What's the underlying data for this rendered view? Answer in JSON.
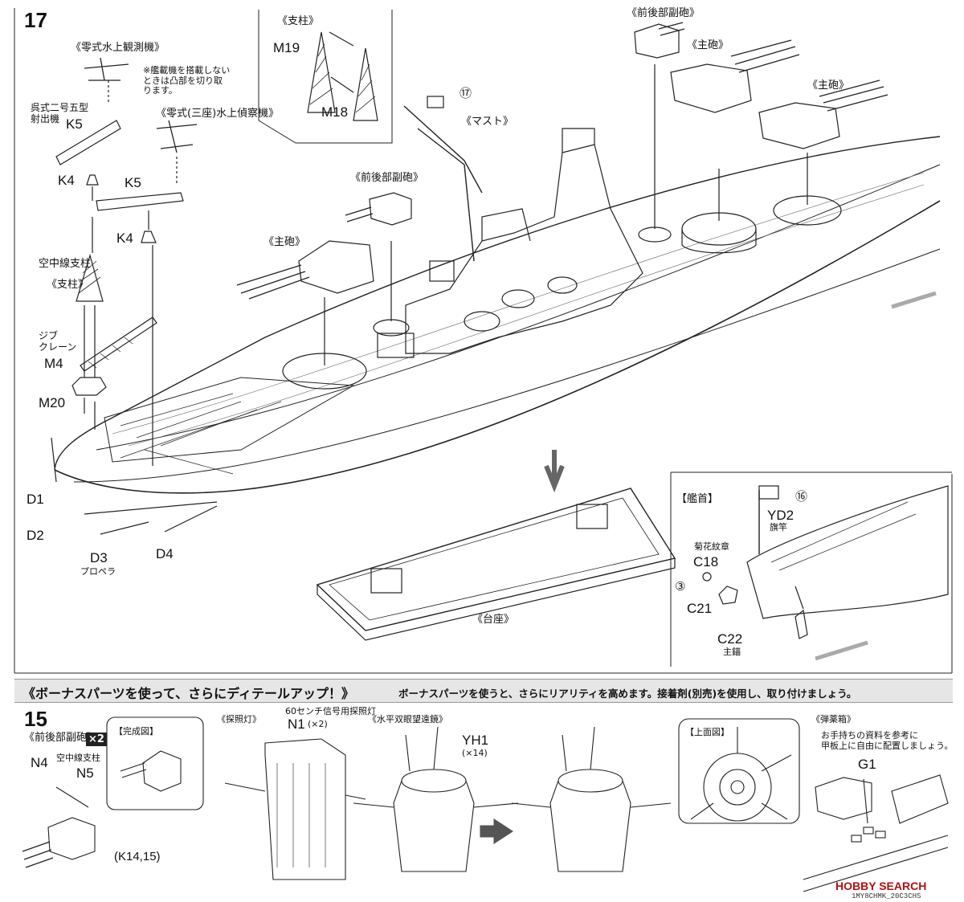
{
  "step17": {
    "number": "17",
    "labels": {
      "seaplane": "《零式水上観測機》",
      "note": "※艦載機を搭載しない\nときは凸部を切り取\nります。",
      "catapult": "呉式二号五型\n射出機",
      "recon_plane": "《零式(三座)水上偵察機》",
      "pillar_top": "《支柱》",
      "wire_pillar": "空中線支柱",
      "pillar": "《支柱》",
      "jib_crane": "ジブ\nクレーン",
      "propeller": "プロペラ",
      "sub_gun_a": "《前後部副砲》",
      "sub_gun_b": "《前後部副砲》",
      "main_gun_a": "《主砲》",
      "main_gun_b": "《主砲》",
      "main_gun_c": "《主砲》",
      "mast": "《マスト》",
      "base": "《台座》",
      "bow": "【艦首】",
      "flagpole": "旗竿",
      "chrysanthemum": "菊花紋章",
      "anchor": "主錨",
      "circle17": "⑰",
      "circle16": "⑯",
      "circle3": "③"
    },
    "parts": {
      "K5a": "K5",
      "K4a": "K4",
      "K5b": "K5",
      "K4b": "K4",
      "M19": "M19",
      "M18": "M18",
      "M4": "M4",
      "M20": "M20",
      "D1": "D1",
      "D2": "D2",
      "D3": "D3",
      "D4": "D4",
      "YD2": "YD2",
      "C18": "C18",
      "C21": "C21",
      "C22": "C22"
    }
  },
  "bonus": {
    "title": "《ボーナスパーツを使って、さらにディテールアップ！》",
    "desc": "ボーナスパーツを使うと、さらにリアリティを高めます。接着剤(別売)を使用し、取り付けましょう。"
  },
  "step15": {
    "number": "15",
    "sub_gun": "《前後部副砲》",
    "x2": "×2",
    "N4": "N4",
    "wire_pillar": "空中線支柱",
    "N5": "N5",
    "completed": "【完成図】",
    "k_parts": "(K14,15)",
    "searchlight": "《探照灯》",
    "signal_light": "60センチ信号用探照灯",
    "N1": "N1",
    "N1_qty": "(×2)",
    "binocular": "《水平双眼望遠鏡》",
    "YH1": "YH1",
    "YH1_qty": "(×14)",
    "top_view": "【上面図】",
    "ammo_box": "《弾薬箱》",
    "ammo_note": "お手持ちの資料を参考に\n甲板上に自由に配置しましょう。",
    "G1": "G1"
  },
  "watermark": {
    "brand": "HOBBY SEARCH",
    "code": "1MY8CHMK_20C3CHS"
  }
}
